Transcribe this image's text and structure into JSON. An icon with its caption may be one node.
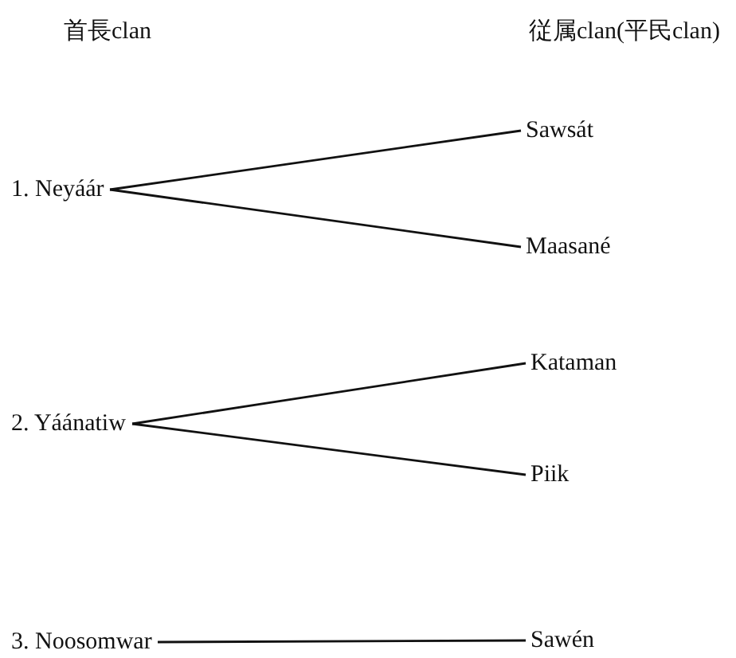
{
  "diagram": {
    "nodes": [
      {
        "text": [
          "1. Neyáár"
        ]
      },
      {
        "text": [
          "Sawsát"
        ]
      },
      {
        "text": [
          "Maasané"
        ]
      },
      {
        "text": [
          "2. Yáánatiw"
        ]
      },
      {
        "text": [
          "Kataman"
        ]
      },
      {
        "text": [
          "Piik"
        ]
      },
      {
        "text": [
          "3. Noosomwar"
        ]
      },
      {
        "text": [
          "Sawén"
        ]
      }
    ],
    "edges": [
      {
        "from": 0,
        "to": 1,
        "arrow": "none"
      },
      {
        "from": 0,
        "to": 2,
        "arrow": "none"
      },
      {
        "from": 3,
        "to": 4,
        "arrow": "none"
      },
      {
        "from": 3,
        "to": 5,
        "arrow": "none"
      },
      {
        "from": 6,
        "to": 7,
        "arrow": "none"
      }
    ],
    "labels": [
      "首長clan",
      "従属clan(平民clan)"
    ]
  }
}
